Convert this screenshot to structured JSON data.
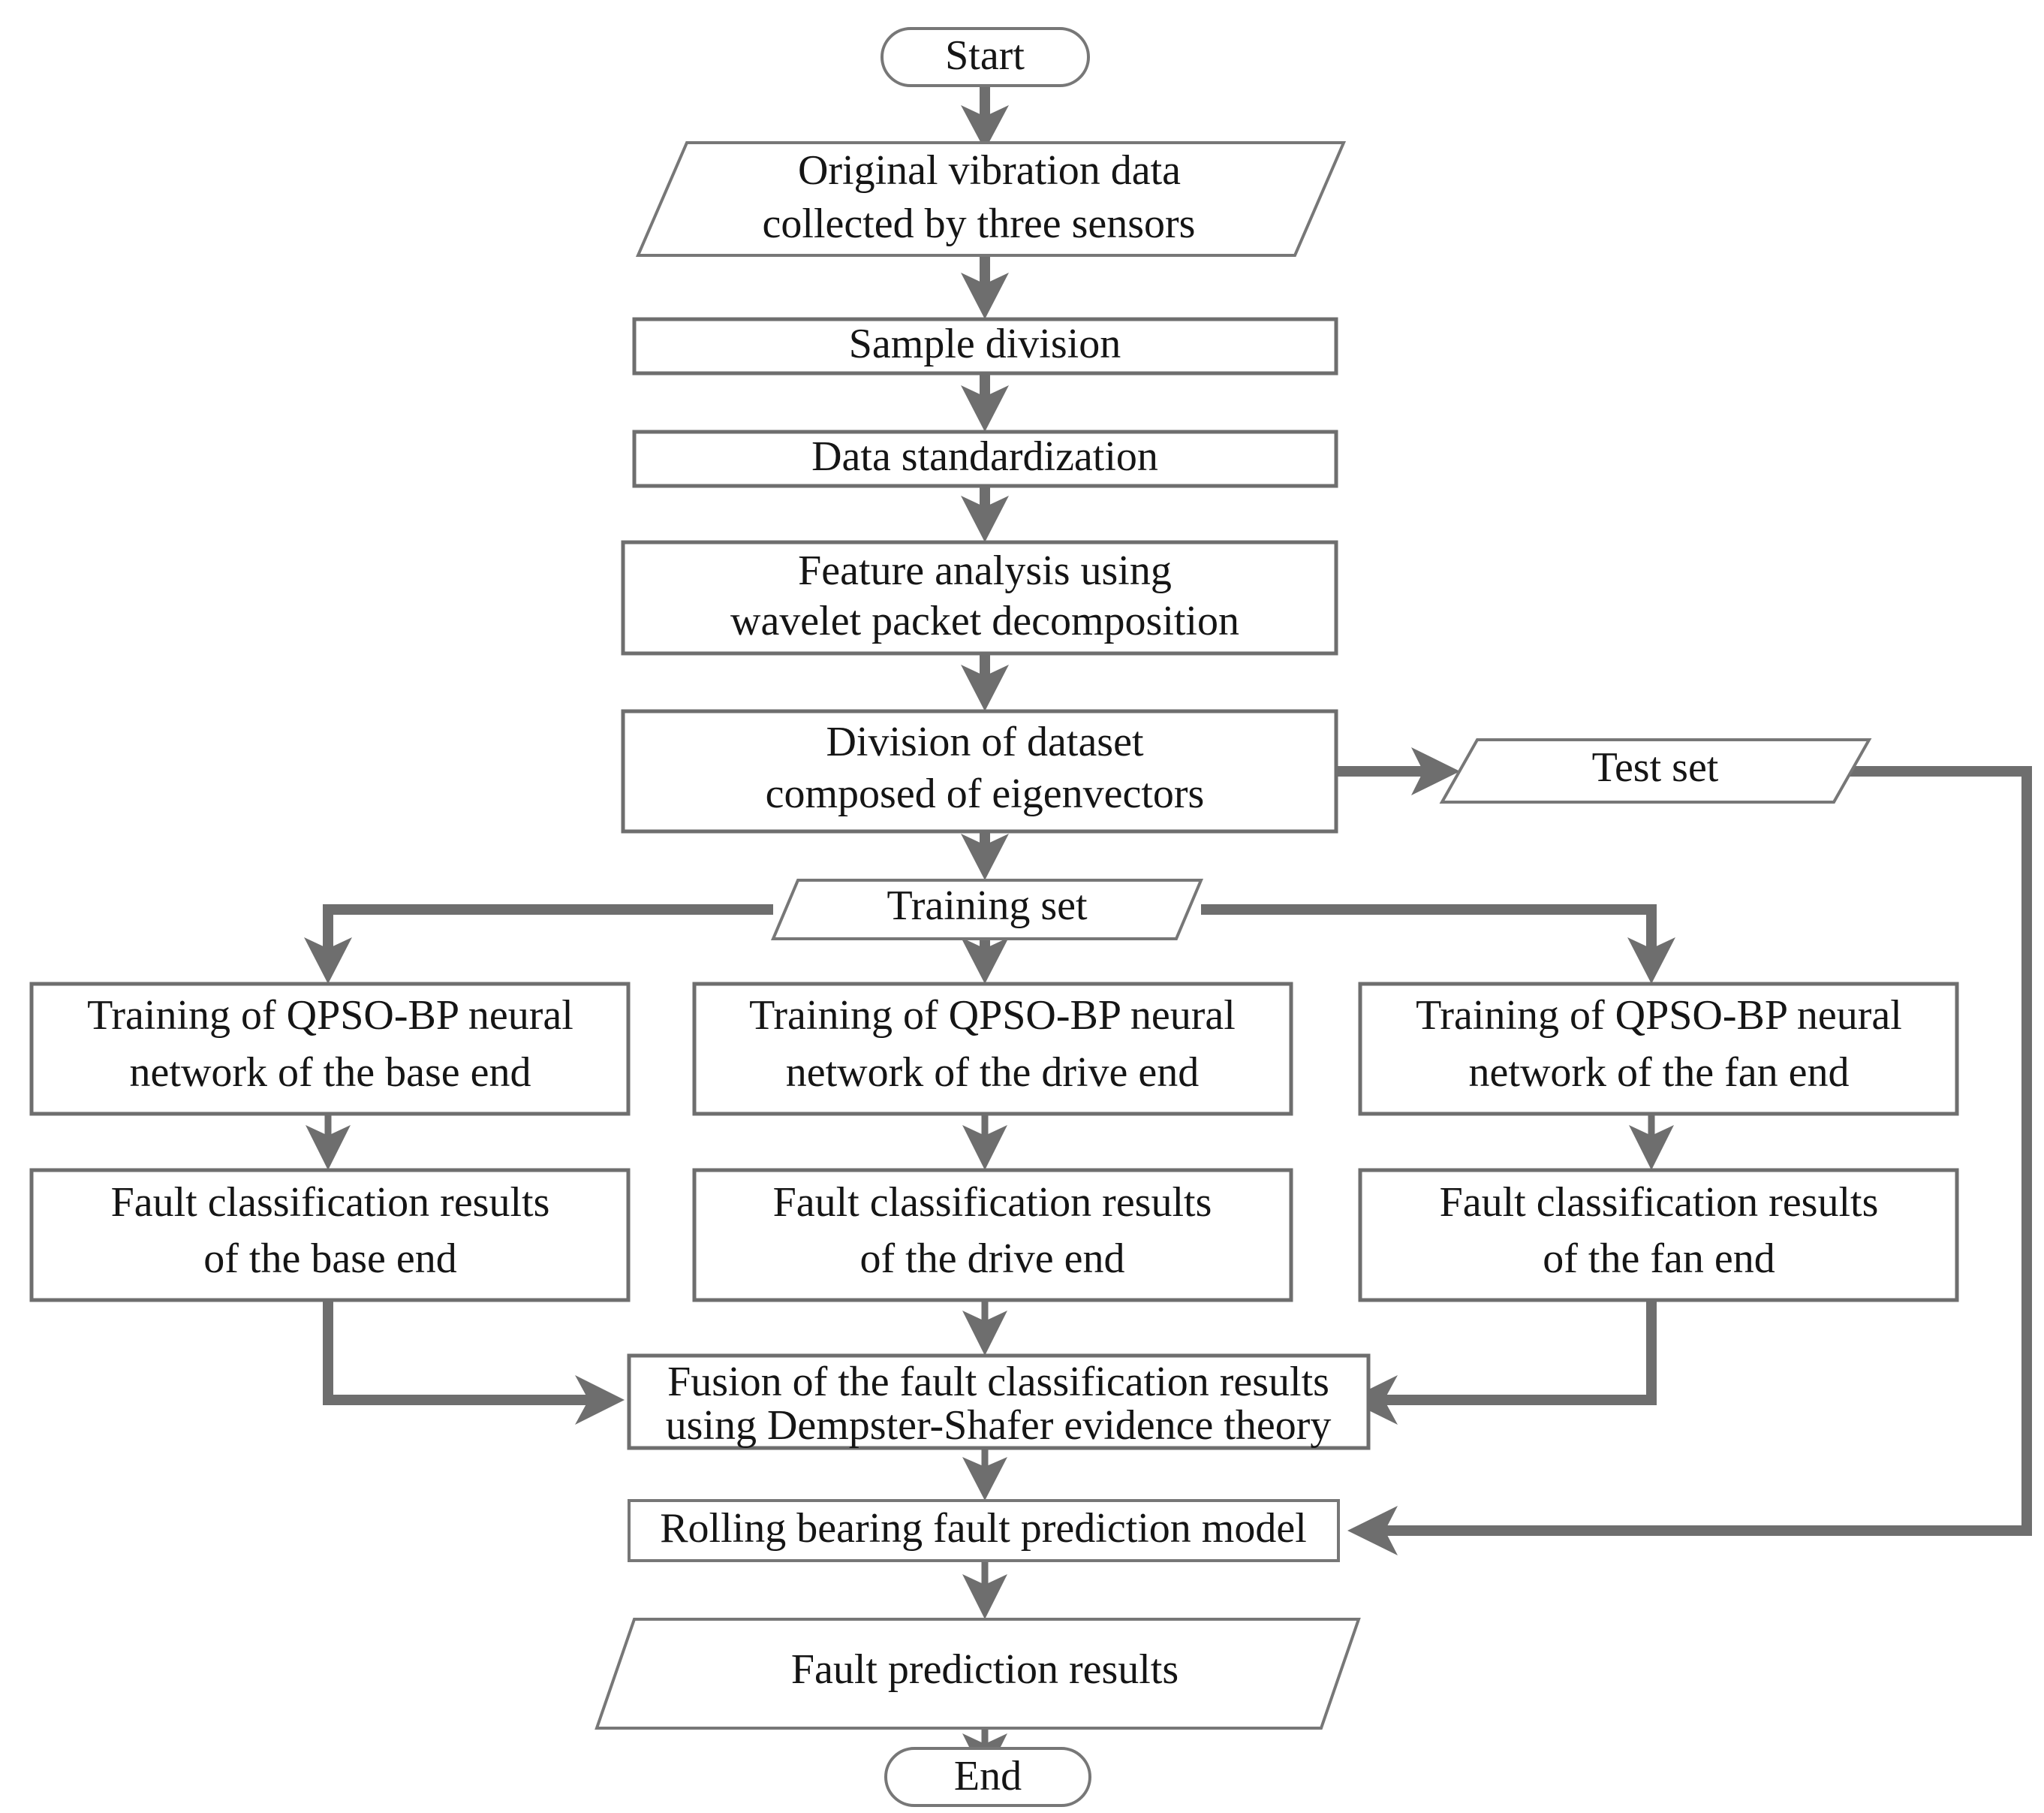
{
  "diagram": {
    "title": "Rolling bearing fault prediction flowchart",
    "stroke_color": "#6e6e6e",
    "text_color": "#151515",
    "background": "#ffffff"
  },
  "nodes": {
    "start": {
      "label": "Start",
      "shape": "terminator"
    },
    "original_data_l1": {
      "label": "Original vibration data",
      "shape": "parallelogram"
    },
    "original_data_l2": {
      "label": "collected by three sensors",
      "shape": "parallelogram"
    },
    "sample_division": {
      "label": "Sample division",
      "shape": "process"
    },
    "data_standardization": {
      "label": "Data standardization",
      "shape": "process"
    },
    "feature_analysis_l1": {
      "label": "Feature analysis using",
      "shape": "process"
    },
    "feature_analysis_l2": {
      "label": "wavelet packet decomposition",
      "shape": "process"
    },
    "division_dataset_l1": {
      "label": "Division of dataset",
      "shape": "process"
    },
    "division_dataset_l2": {
      "label": "composed of eigenvectors",
      "shape": "process"
    },
    "test_set": {
      "label": "Test set",
      "shape": "parallelogram"
    },
    "training_set": {
      "label": "Training set",
      "shape": "parallelogram"
    },
    "train_base_l1": {
      "label": "Training of QPSO-BP neural",
      "shape": "process"
    },
    "train_base_l2": {
      "label": "network of the base end",
      "shape": "process"
    },
    "train_drive_l1": {
      "label": "Training of QPSO-BP neural",
      "shape": "process"
    },
    "train_drive_l2": {
      "label": "network of the drive end",
      "shape": "process"
    },
    "train_fan_l1": {
      "label": "Training of QPSO-BP neural",
      "shape": "process"
    },
    "train_fan_l2": {
      "label": "network of the fan end",
      "shape": "process"
    },
    "result_base_l1": {
      "label": "Fault classification results",
      "shape": "process"
    },
    "result_base_l2": {
      "label": "of the base end",
      "shape": "process"
    },
    "result_drive_l1": {
      "label": "Fault classification results",
      "shape": "process"
    },
    "result_drive_l2": {
      "label": "of the drive end",
      "shape": "process"
    },
    "result_fan_l1": {
      "label": "Fault classification results",
      "shape": "process"
    },
    "result_fan_l2": {
      "label": "of the fan end",
      "shape": "process"
    },
    "fusion_l1": {
      "label": "Fusion of the fault classification results",
      "shape": "process"
    },
    "fusion_l2": {
      "label": "using Dempster-Shafer evidence theory",
      "shape": "process"
    },
    "prediction_model": {
      "label": "Rolling bearing fault prediction model",
      "shape": "process"
    },
    "prediction_results": {
      "label": "Fault prediction results",
      "shape": "parallelogram"
    },
    "end": {
      "label": "End",
      "shape": "terminator"
    }
  }
}
